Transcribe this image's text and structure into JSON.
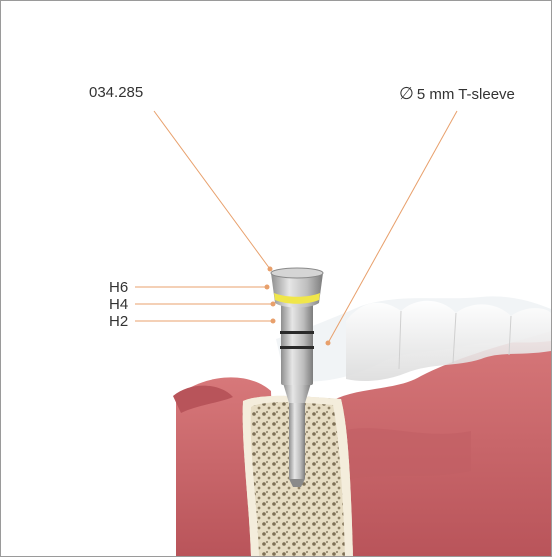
{
  "labels": {
    "part_number": "034.285",
    "sleeve_symbol": "∅",
    "sleeve_text": "5 mm T-sleeve",
    "h6": "H6",
    "h4": "H4",
    "h2": "H2"
  },
  "colors": {
    "leader_line": "#e8a06c",
    "gum": "#c9666a",
    "gum_dark": "#a8474d",
    "bone": "#e9dfc7",
    "tooth": "#f2f2f2",
    "metal": "#bfbfbf",
    "ring": "#f0e64a",
    "frame": "#9a9a9a"
  },
  "icons": {
    "diameter": "diameter-symbol"
  }
}
